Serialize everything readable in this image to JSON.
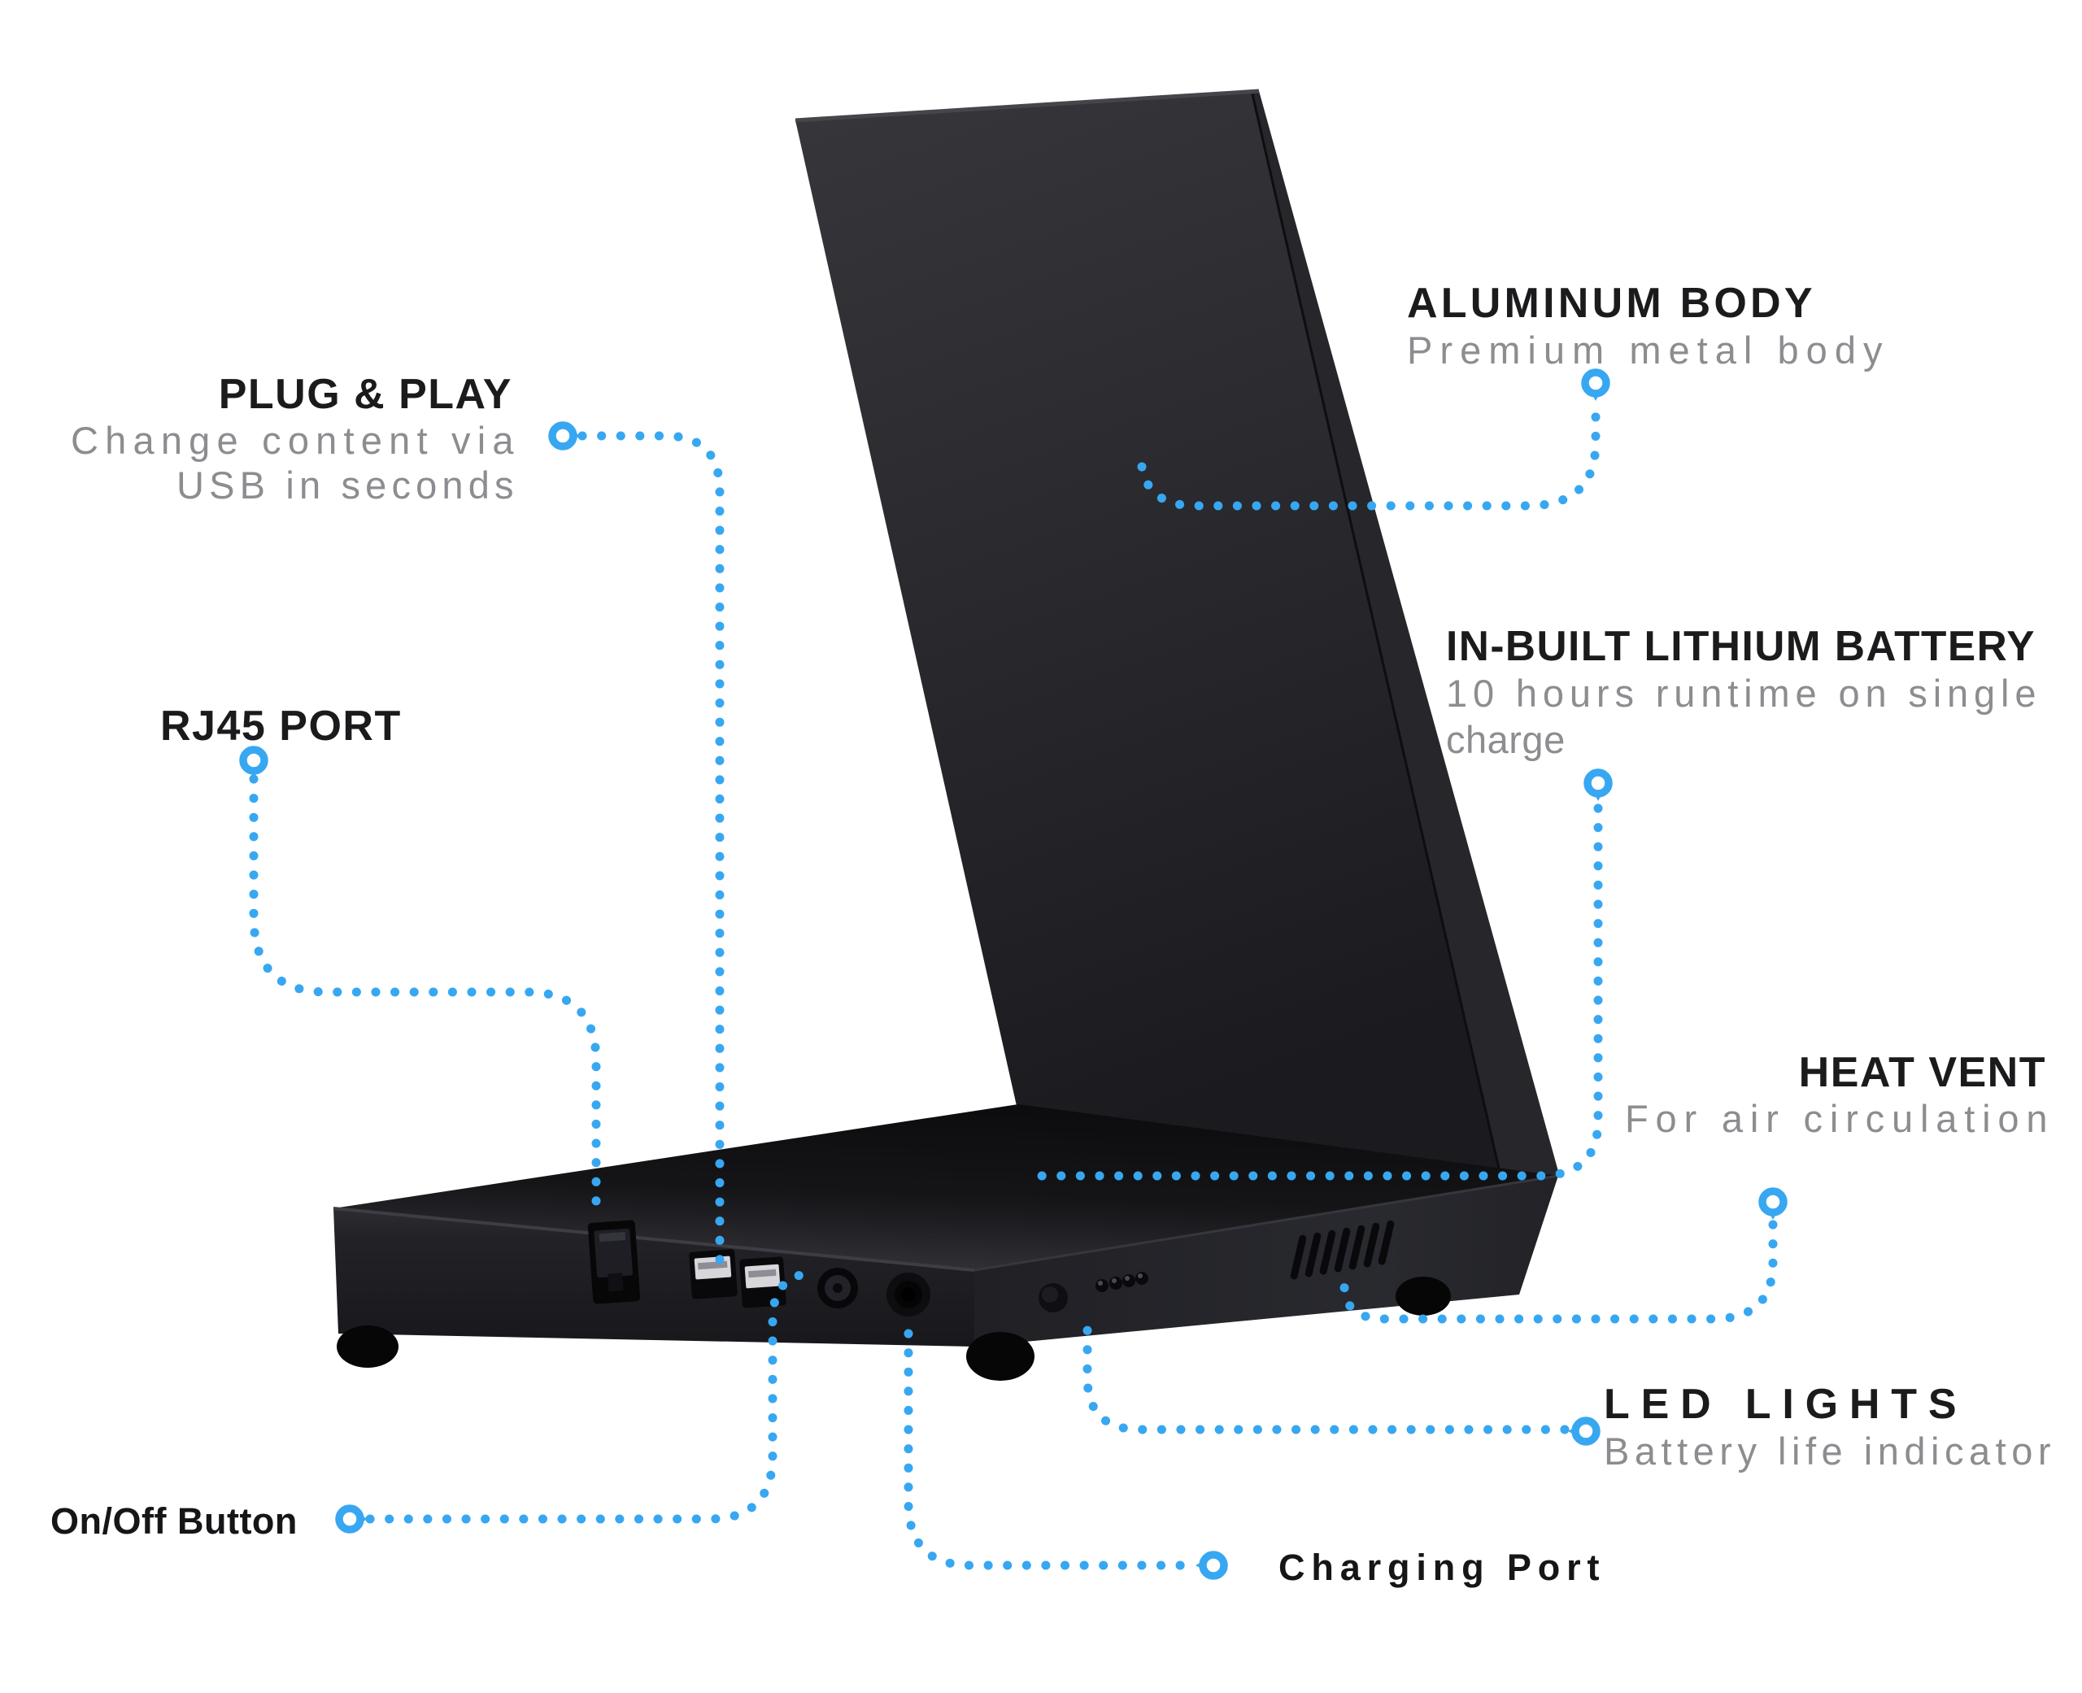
{
  "colors": {
    "accent": "#38a7f1",
    "heading_text": "#1b1b1d",
    "subtitle_text": "#8d8d91",
    "device_body": "#222226",
    "background": "#ffffff"
  },
  "callouts": {
    "plug_play": {
      "title": "PLUG & PLAY",
      "line1": "Change content via",
      "line2": "USB in seconds"
    },
    "rj45": {
      "title": "RJ45 PORT"
    },
    "on_off": {
      "title": "On/Off Button"
    },
    "charging": {
      "title": "Charging Port"
    },
    "aluminum": {
      "title": "ALUMINUM BODY",
      "line1": "Premium metal body"
    },
    "battery": {
      "title": "IN-BUILT LITHIUM BATTERY",
      "line1": "10 hours runtime on single",
      "line2": "charge"
    },
    "heat_vent": {
      "title": "HEAT VENT",
      "line1": "For air circulation"
    },
    "led": {
      "title": "LED LIGHTS",
      "line1": "Battery life indicator"
    }
  }
}
